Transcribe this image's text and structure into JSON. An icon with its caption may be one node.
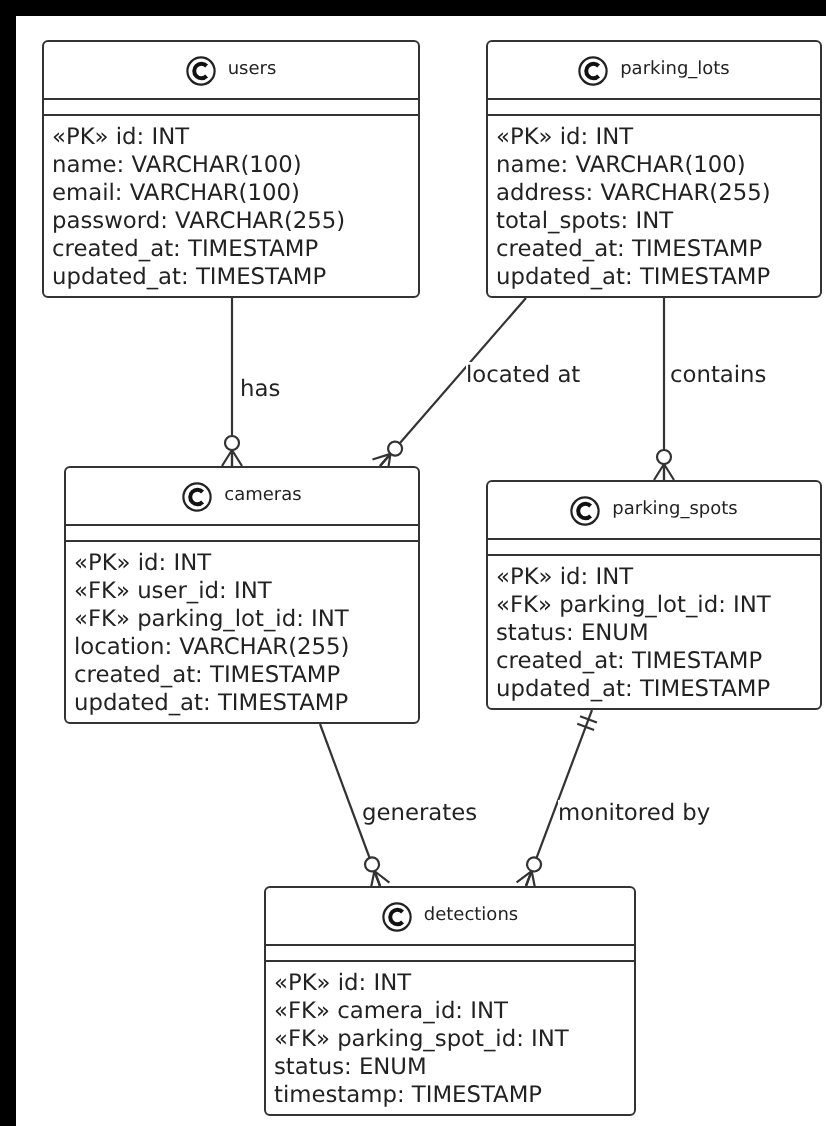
{
  "diagram": {
    "nodes": [
      {
        "text": [
          "users",
          "«PK» id: INT",
          "name: VARCHAR(100)",
          "email: VARCHAR(100)",
          "password: VARCHAR(255)",
          "created_at: TIMESTAMP",
          "updated_at: TIMESTAMP"
        ]
      },
      {
        "text": [
          "parking_lots",
          "«PK» id: INT",
          "name: VARCHAR(100)",
          "address: VARCHAR(255)",
          "total_spots: INT",
          "created_at: TIMESTAMP",
          "updated_at: TIMESTAMP"
        ]
      },
      {
        "text": [
          "cameras",
          "«PK» id: INT",
          "«FK» user_id: INT",
          "«FK» parking_lot_id: INT",
          "location: VARCHAR(255)",
          "created_at: TIMESTAMP",
          "updated_at: TIMESTAMP"
        ]
      },
      {
        "text": [
          "parking_spots",
          "«PK» id: INT",
          "«FK» parking_lot_id: INT",
          "status: ENUM",
          "created_at: TIMESTAMP",
          "updated_at: TIMESTAMP"
        ]
      },
      {
        "text": [
          "detections",
          "«PK» id: INT",
          "«FK» camera_id: INT",
          "«FK» parking_spot_id: INT",
          "status: ENUM",
          "timestamp: TIMESTAMP"
        ]
      }
    ],
    "edges": [
      {
        "from": 0,
        "to": 2,
        "arrow": "other",
        "label": "has"
      },
      {
        "from": 1,
        "to": 2,
        "arrow": "other",
        "label": "located at"
      },
      {
        "from": 1,
        "to": 3,
        "arrow": "other",
        "label": "contains"
      },
      {
        "from": 2,
        "to": 4,
        "arrow": "other",
        "label": "generates"
      },
      {
        "from": 3,
        "to": 4,
        "arrow": "other",
        "label": "monitored by"
      }
    ]
  }
}
